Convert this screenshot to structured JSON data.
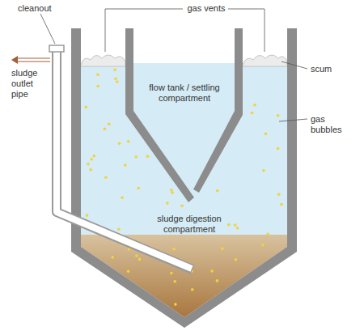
{
  "diagram": {
    "nodes": [
      {
        "text": [
          "flow tank / settling compartment"
        ]
      }
    ],
    "labels": [
      "cleanout",
      "gas vents",
      "scum",
      "gas bubbles",
      "sludge outlet pipe",
      "sludge digestion compartment"
    ]
  }
}
